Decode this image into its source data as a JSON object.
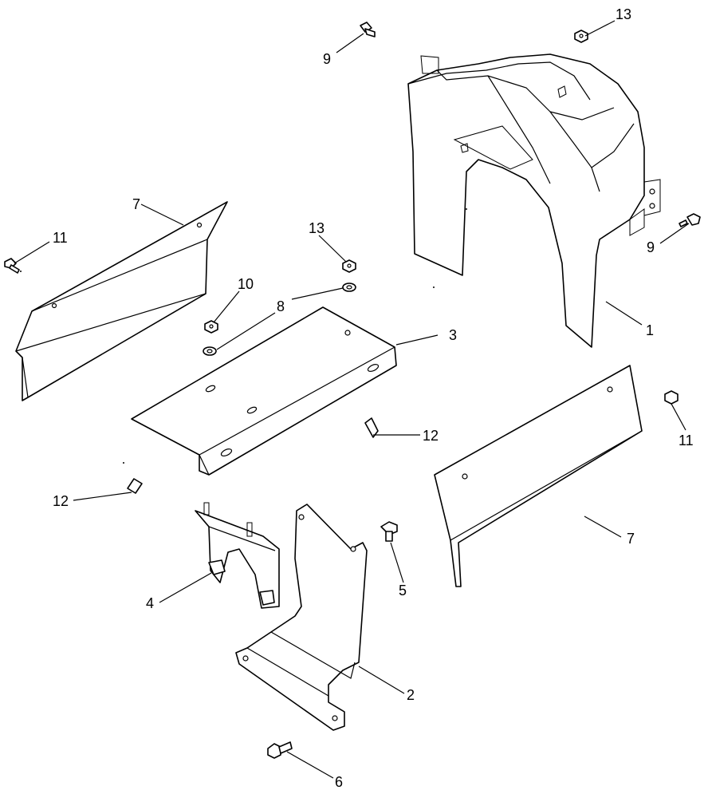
{
  "callouts": {
    "c1": "1",
    "c2": "2",
    "c3": "3",
    "c4": "4",
    "c5": "5",
    "c6": "6",
    "c7a": "7",
    "c7b": "7",
    "c8": "8",
    "c9a": "9",
    "c9b": "9",
    "c10": "10",
    "c11a": "11",
    "c11b": "11",
    "c12a": "12",
    "c12b": "12",
    "c13a": "13",
    "c13b": "13"
  }
}
